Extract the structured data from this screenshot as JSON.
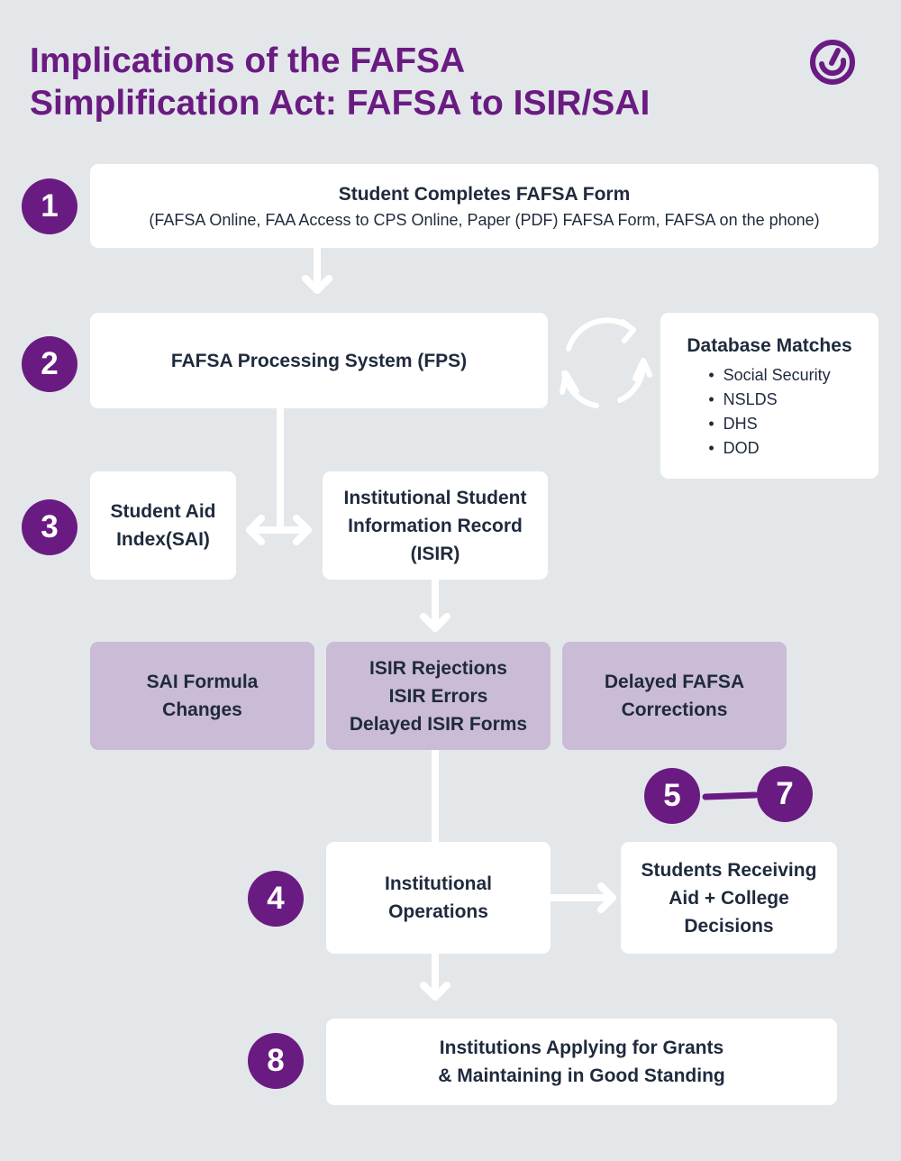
{
  "title": {
    "line1": "Implications of the FAFSA",
    "line2": "Simplification Act: FAFSA to ISIR/SAI"
  },
  "logo_icon": "power-circle-logo",
  "colors": {
    "accent": "#6a1b82",
    "background": "#e3e7ea",
    "box": "#ffffff",
    "highlight_box": "#cabbd6",
    "text": "#1f2a3c"
  },
  "steps": {
    "s1": "1",
    "s2": "2",
    "s3": "3",
    "s4": "4",
    "s5": "5",
    "s7": "7",
    "s8": "8"
  },
  "nodes": {
    "fafsa_form": {
      "title": "Student Completes FAFSA Form",
      "subtitle": "(FAFSA Online, FAA Access to CPS Online, Paper (PDF) FAFSA Form, FAFSA on the phone)"
    },
    "fps": {
      "title": "FAFSA Processing System (FPS)"
    },
    "database": {
      "title": "Database Matches",
      "items": [
        "Social Security",
        "NSLDS",
        "DHS",
        "DOD"
      ]
    },
    "sai": {
      "line1": "Student Aid",
      "line2": "Index(SAI)"
    },
    "isir": {
      "line1": "Institutional Student",
      "line2": "Information Record",
      "line3": "(ISIR)"
    },
    "sai_formula": {
      "line1": "SAI Formula",
      "line2": "Changes"
    },
    "isir_issues": {
      "line1": "ISIR Rejections",
      "line2": "ISIR Errors",
      "line3": "Delayed ISIR Forms"
    },
    "delayed_corrections": {
      "line1": "Delayed FAFSA",
      "line2": "Corrections"
    },
    "operations": {
      "line1": "Institutional",
      "line2": "Operations"
    },
    "students_receiving": {
      "line1": "Students Receiving",
      "line2": "Aid + College",
      "line3": "Decisions"
    },
    "institutions_grants": {
      "line1": "Institutions Applying for Grants",
      "line2": "& Maintaining in Good Standing"
    }
  }
}
